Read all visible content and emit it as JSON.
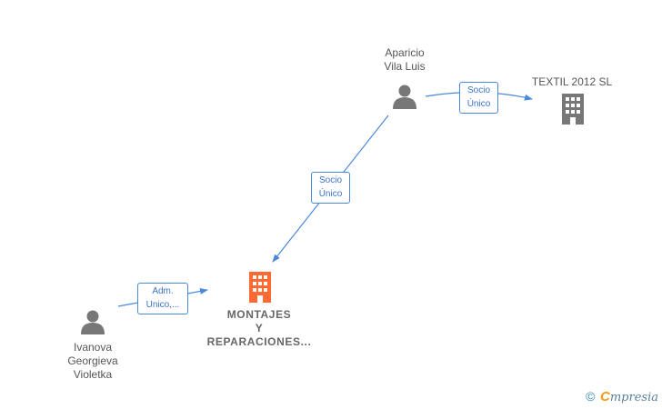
{
  "nodes": {
    "aparicio": {
      "lines": [
        "Aparicio",
        "Vila Luis"
      ],
      "icon": "person-icon",
      "color": "#777777"
    },
    "textil": {
      "lines": [
        "TEXTIL 2012 SL"
      ],
      "icon": "building-icon",
      "color": "#777777"
    },
    "montajes": {
      "lines": [
        "MONTAJES",
        "Y",
        "REPARACIONES..."
      ],
      "icon": "building-icon",
      "color": "#ff6a33"
    },
    "ivanova": {
      "lines": [
        "Ivanova",
        "Georgieva",
        "Violetka"
      ],
      "icon": "person-icon",
      "color": "#777777"
    }
  },
  "edges": {
    "aparicio_textil": {
      "lines": [
        "Socio",
        "Único"
      ]
    },
    "aparicio_montajes": {
      "lines": [
        "Socio",
        "Único"
      ]
    },
    "ivanova_montajes": {
      "lines": [
        "Adm.",
        "Unico,..."
      ]
    }
  },
  "colors": {
    "edge": "#4a89dc"
  },
  "footer": {
    "copyright": "©",
    "brand_initial": "C",
    "brand_rest": "mpresia"
  }
}
